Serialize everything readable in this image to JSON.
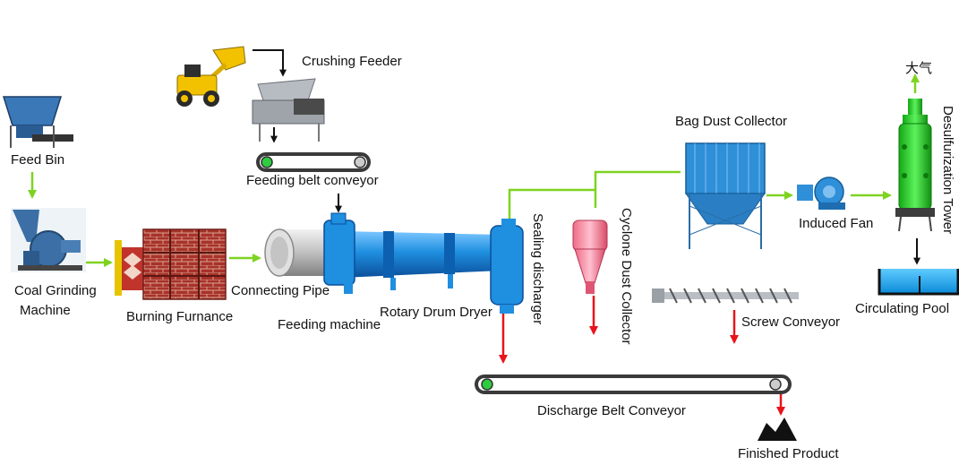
{
  "labels": {
    "crushing_feeder": "Crushing Feeder",
    "feed_bin": "Feed Bin",
    "feeding_belt_conveyor": "Feeding belt conveyor",
    "coal_grinding_machine_line1": "Coal Grinding",
    "coal_grinding_machine_line2": "Machine",
    "burning_furnace": "Burning Furnance",
    "connecting_pipe": "Connecting Pipe",
    "feeding_machine": "Feeding machine",
    "rotary_drum_dryer": "Rotary Drum Dryer",
    "sealing_discharger": "Sealing discharger",
    "cyclone_dust_collector": "Cyclone Dust Collector",
    "bag_dust_collector": "Bag Dust Collector",
    "induced_fan": "Induced Fan",
    "desulfurization_tower": "Desulfurization Tower",
    "atmosphere": "大气",
    "circulating_pool": "Circulating Pool",
    "screw_conveyor": "Screw Conveyor",
    "discharge_belt_conveyor": "Discharge Belt Conveyor",
    "finished_product": "Finished Product"
  },
  "colors": {
    "flow_green": "#7ed321",
    "material_red": "#e8141b",
    "equipment_blue": "#1f8fe0",
    "tower_green": "#22d622"
  }
}
